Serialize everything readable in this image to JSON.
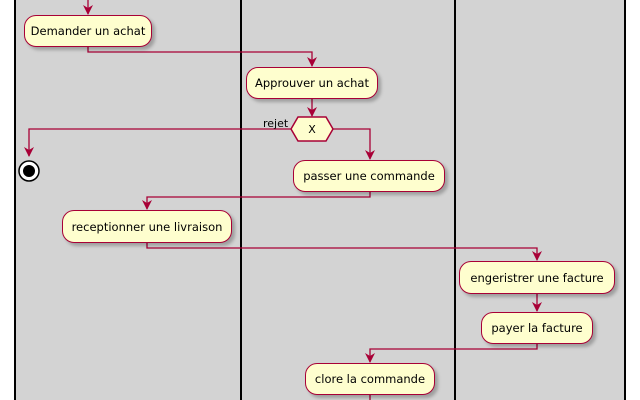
{
  "diagram": {
    "colors": {
      "lane_bg": "#d3d3d3",
      "lane_border": "#000000",
      "node_fill": "#fefece",
      "node_border": "#a80036",
      "arrow": "#a80036"
    },
    "activities": {
      "demander": "Demander un achat",
      "approuver": "Approuver un achat",
      "passer": "passer une commande",
      "receptionner": "receptionner une livraison",
      "enregistrer": "engeristrer une facture",
      "payer": "payer la facture",
      "clore": "clore la commande"
    },
    "decision": {
      "label": "X",
      "branch_label": "rejet"
    }
  }
}
